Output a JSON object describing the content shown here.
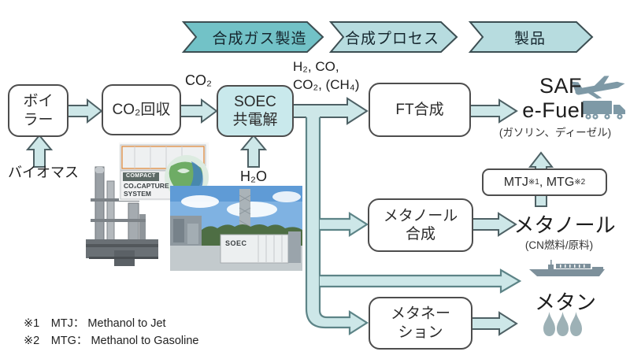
{
  "banners": [
    {
      "label": "合成ガス製造"
    },
    {
      "label": "合成プロセス"
    },
    {
      "label": "製品"
    }
  ],
  "boxes": {
    "boiler": {
      "line1": "ボイ",
      "line2": "ラー"
    },
    "co2_recovery": {
      "label": "CO₂回収"
    },
    "soec": {
      "line1": "SOEC",
      "line2": "共電解"
    },
    "ft": {
      "label": "FT合成"
    },
    "methanol_synthesis": {
      "line1": "メタノール",
      "line2": "合成"
    },
    "methanation": {
      "line1": "メタネー",
      "line2": "ション"
    },
    "mtj_mtg": {
      "part1": "MTJ",
      "sup1": "※1",
      "part2": ", MTG",
      "sup2": "※2"
    }
  },
  "labels": {
    "biomass": "バイオマス",
    "co2": "CO₂",
    "syngas_line1": "H₂, CO,",
    "syngas_line2": "CO₂, (CH₄)",
    "h2o": "H₂O",
    "saf": "SAF",
    "efuel": "e-Fuel",
    "saf_note": "(ガソリン、ディーゼル)",
    "methanol": "メタノール",
    "methanol_note": "(CN燃料/原料)",
    "methane": "メタン"
  },
  "footnotes": [
    "※1　MTJ： Methanol to Jet",
    "※2　MTG： Methanol to Gasoline"
  ],
  "photos": {
    "capture_band": "COMPACT",
    "capture_line1": "CO₂CAPTURE",
    "capture_line2": "SYSTEM",
    "soec_container": "SOEC"
  },
  "colors": {
    "banner_dark": "#72c2c7",
    "banner_light": "#b7dcdf",
    "arrow_fill": "#cde7e8",
    "arrow_stroke": "#4e6165",
    "trunk_stroke": "#5d8487"
  }
}
